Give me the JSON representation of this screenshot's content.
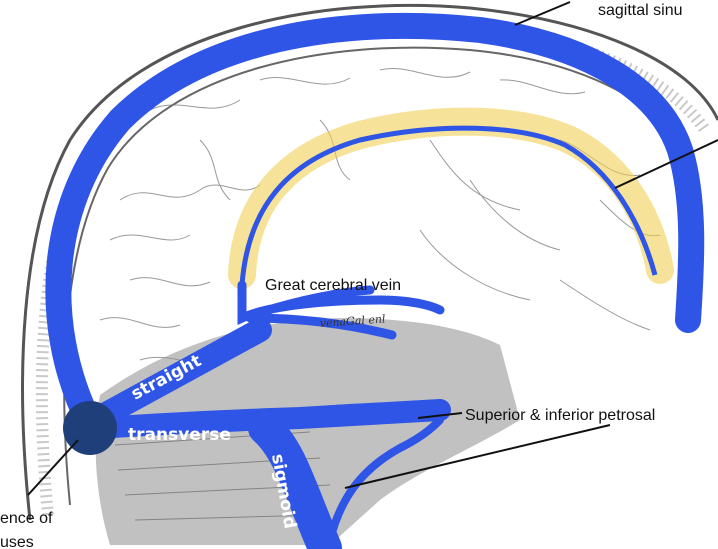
{
  "labels": {
    "top_right": "sagittal sinu",
    "great_cerebral_vein": "Great cerebral vein",
    "petrosal": "Superior & inferior petrosal",
    "confluence_line1": "ence of",
    "confluence_line2": "uses",
    "faint_label": "venaGal enl"
  },
  "vessel_labels": {
    "straight": "straight",
    "transverse": "transverse",
    "sigmoid": "sigmoid"
  },
  "colors": {
    "sinus_blue": "#2f55e6",
    "confluence_dark": "#1e3f7a",
    "highlight_yellow": "#f0cf55",
    "skull_line": "#555555",
    "tentorium_shade": "#8e8e8e"
  }
}
